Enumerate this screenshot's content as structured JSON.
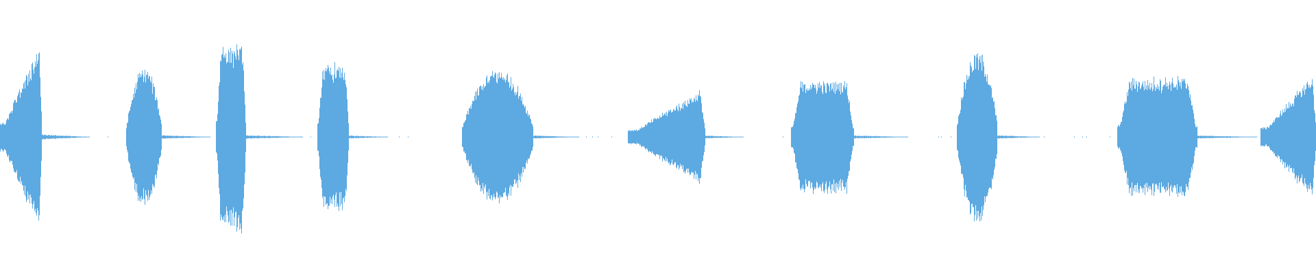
{
  "waveform": {
    "color": "#5DA9E1",
    "background": "#FFFFFF",
    "baseline_amplitude": 0.004,
    "segments": [
      {
        "start": 0.0,
        "end": 0.032,
        "peak": 0.74,
        "shape": "ramp-up"
      },
      {
        "start": 0.096,
        "end": 0.123,
        "peak": 0.53,
        "shape": "bell"
      },
      {
        "start": 0.164,
        "end": 0.187,
        "peak": 0.71,
        "shape": "plateau"
      },
      {
        "start": 0.241,
        "end": 0.265,
        "peak": 0.55,
        "shape": "plateau"
      },
      {
        "start": 0.351,
        "end": 0.405,
        "peak": 0.52,
        "shape": "bell"
      },
      {
        "start": 0.477,
        "end": 0.536,
        "peak": 0.38,
        "shape": "ramp-up"
      },
      {
        "start": 0.601,
        "end": 0.649,
        "peak": 0.43,
        "shape": "plateau"
      },
      {
        "start": 0.727,
        "end": 0.758,
        "peak": 0.66,
        "shape": "bell"
      },
      {
        "start": 0.849,
        "end": 0.91,
        "peak": 0.45,
        "shape": "plateau"
      },
      {
        "start": 0.958,
        "end": 1.0,
        "peak": 0.5,
        "shape": "ramp-up"
      }
    ],
    "tails": [
      {
        "start": 0.032,
        "end": 0.068,
        "level": 0.02
      },
      {
        "start": 0.123,
        "end": 0.16,
        "level": 0.015
      },
      {
        "start": 0.187,
        "end": 0.23,
        "level": 0.014
      },
      {
        "start": 0.265,
        "end": 0.295,
        "level": 0.012
      },
      {
        "start": 0.405,
        "end": 0.44,
        "level": 0.012
      },
      {
        "start": 0.536,
        "end": 0.565,
        "level": 0.011
      },
      {
        "start": 0.649,
        "end": 0.69,
        "level": 0.012
      },
      {
        "start": 0.758,
        "end": 0.79,
        "level": 0.013
      },
      {
        "start": 0.91,
        "end": 0.955,
        "level": 0.012
      }
    ]
  }
}
